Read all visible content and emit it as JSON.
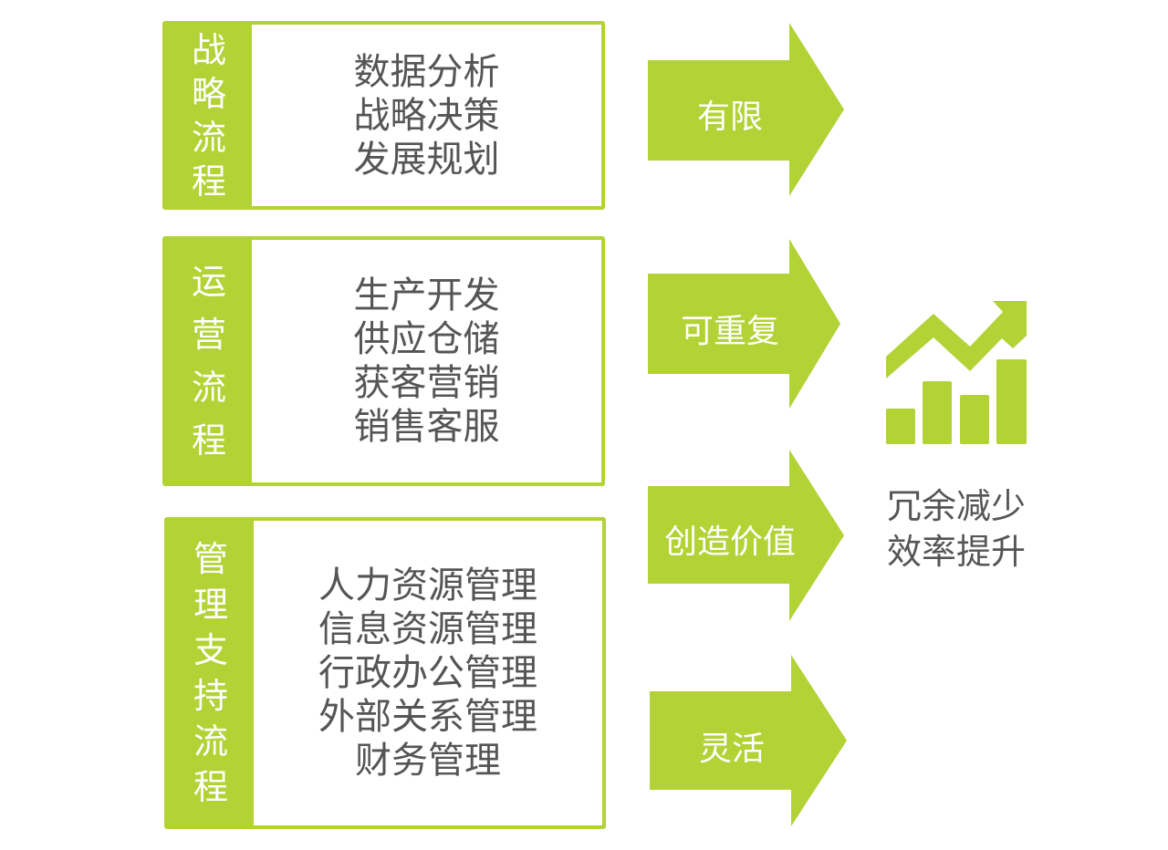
{
  "accent_color": "#b2d235",
  "text_color": "#555555",
  "processes": [
    {
      "label_chars": [
        "战",
        "略",
        "流",
        "程"
      ],
      "items": [
        "数据分析",
        "战略决策",
        "发展规划"
      ]
    },
    {
      "label_chars": [
        "运",
        "营",
        "流",
        "程"
      ],
      "items": [
        "生产开发",
        "供应仓储",
        "获客营销",
        "销售客服"
      ]
    },
    {
      "label_chars": [
        "管",
        "理",
        "支",
        "持",
        "流",
        "程"
      ],
      "items": [
        "人力资源管理",
        "信息资源管理",
        "行政办公管理",
        "外部关系管理",
        "财务管理"
      ]
    }
  ],
  "arrows": [
    "有限",
    "可重复",
    "创造价值",
    "灵活"
  ],
  "result": {
    "icon": "growth-chart-icon",
    "lines": [
      "冗余减少",
      "效率提升"
    ]
  }
}
